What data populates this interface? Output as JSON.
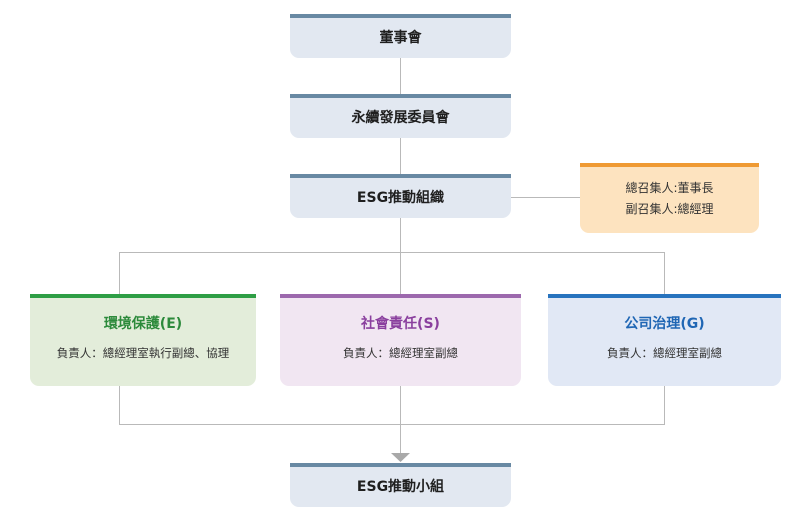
{
  "colors": {
    "line": "#b9b9b9",
    "arrow": "#a9a9a9",
    "standard_accent": "#6889a3",
    "convener_accent": "#ef9a33",
    "environment_accent": "#2e9e45",
    "social_accent": "#9c68ad",
    "governance_accent": "#2773be"
  },
  "board": {
    "title": "董事會"
  },
  "sustainability_committee": {
    "title": "永續發展委員會"
  },
  "esg_organization": {
    "title": "ESG推動組織"
  },
  "convener": {
    "line1": "總召集人:董事長",
    "line2": "副召集人:總經理"
  },
  "pillars": [
    {
      "title": "環境保護(E)",
      "responsible": "負責人：總經理室執行副總、協理"
    },
    {
      "title": "社會責任(S)",
      "responsible": "負責人：總經理室副總"
    },
    {
      "title": "公司治理(G)",
      "responsible": "負責人：總經理室副總"
    }
  ],
  "esg_team": {
    "title": "ESG推動小組"
  }
}
